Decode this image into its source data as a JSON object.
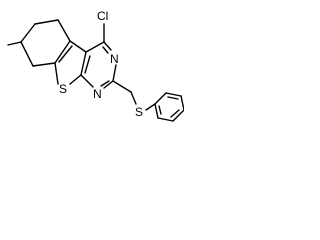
{
  "molecule": {
    "atoms": {
      "chlorine": "Cl",
      "nitrogen_top": "N",
      "nitrogen_bottom": "N",
      "sulfur_ring": "S",
      "sulfur_thioether": "S"
    }
  },
  "colors": {
    "bond": "#000000",
    "label": "#000000",
    "background": "#ffffff"
  }
}
